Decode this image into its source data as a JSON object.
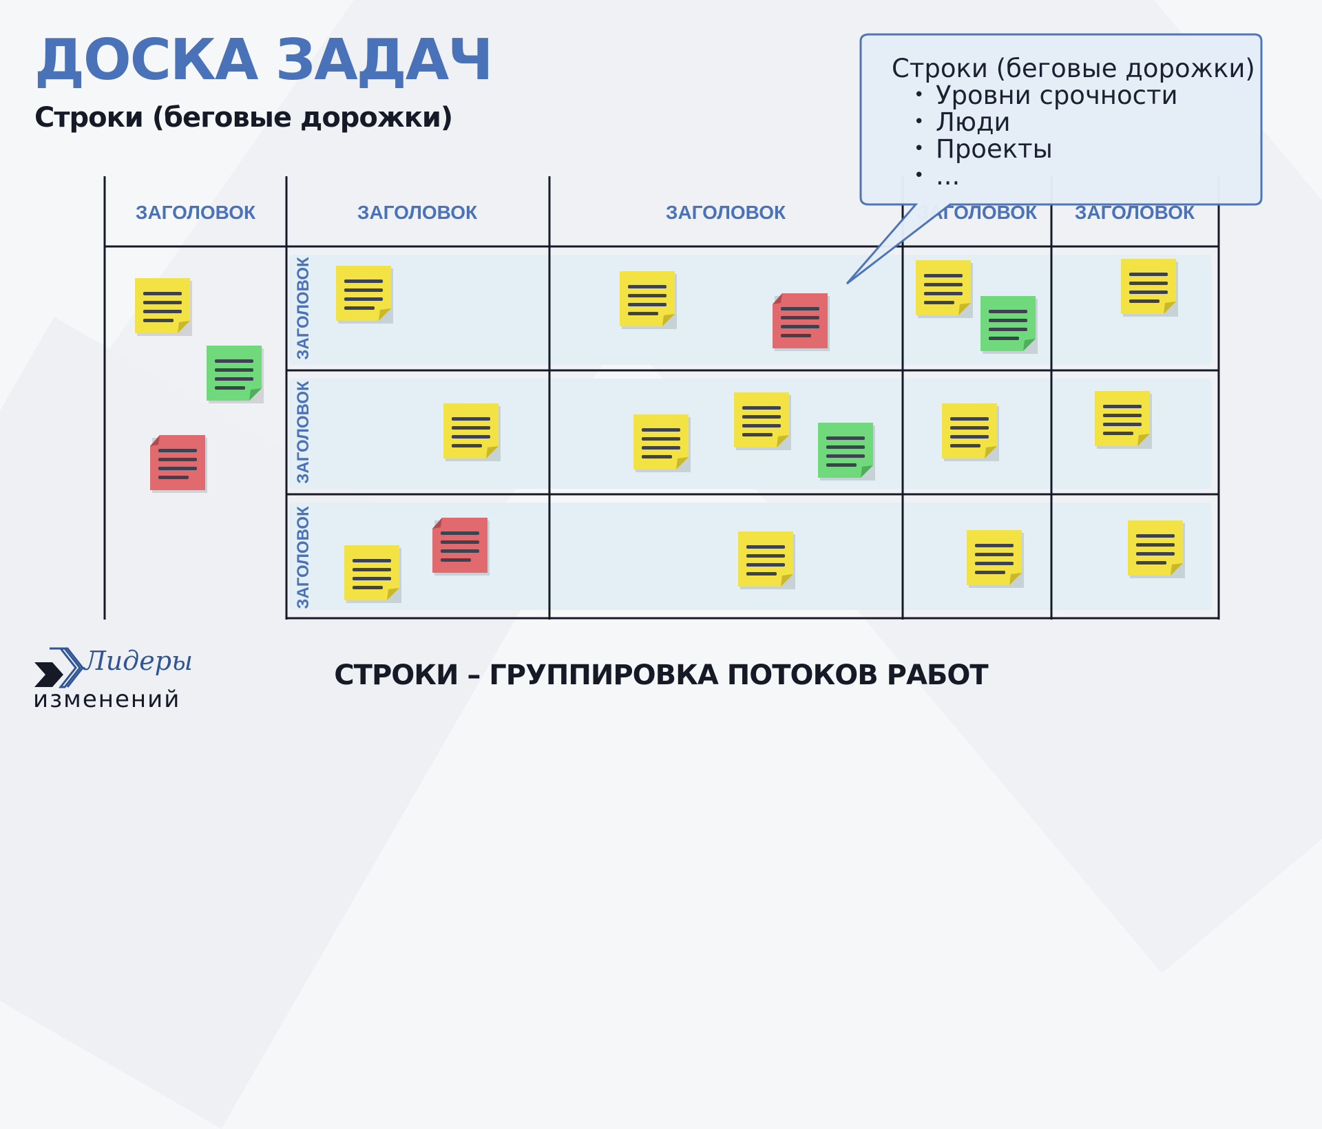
{
  "header": {
    "title": "ДОСКА ЗАДАЧ",
    "subtitle": "Строки (беговые дорожки)"
  },
  "board": {
    "column_headers": [
      "ЗАГОЛОВОК",
      "ЗАГОЛОВОК",
      "ЗАГОЛОВОК",
      "ЗАГОЛОВОК",
      "ЗАГОЛОВОК"
    ],
    "row_headers": [
      "ЗАГОЛОВОК",
      "ЗАГОЛОВОК",
      "ЗАГОЛОВОК"
    ]
  },
  "callout": {
    "heading": "Строки (беговые дорожки)",
    "items": [
      "Уровни срочности",
      "Люди",
      "Проекты",
      "..."
    ]
  },
  "footer": {
    "caption": "СТРОКИ – ГРУППИРОВКА ПОТОКОВ РАБОТ"
  },
  "logo": {
    "script_text": "Лидеры",
    "word_text": "изменений"
  },
  "colors": {
    "title_blue": "#4a72b8",
    "grid_line": "#151a26",
    "lane_fill": "#e3eff4",
    "note_yellow": "#f2e244",
    "note_green": "#6fd97c",
    "note_red": "#e06a6e",
    "callout_fill": "#e5eef8",
    "callout_stroke": "#4a72b8"
  }
}
